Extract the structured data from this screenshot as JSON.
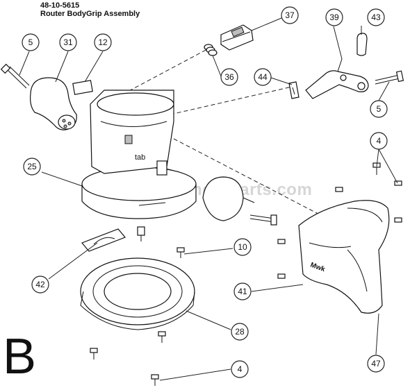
{
  "header": {
    "part_number": "48-10-5615",
    "title": "Router BodyGrip Assembly"
  },
  "section_letter": "B",
  "watermark": "eReplacementParts.com",
  "tab_label": "tab",
  "callouts": [
    "5",
    "31",
    "12",
    "37",
    "36",
    "39",
    "43",
    "44",
    "5",
    "4",
    "25",
    "10",
    "42",
    "41",
    "28",
    "4",
    "47"
  ]
}
